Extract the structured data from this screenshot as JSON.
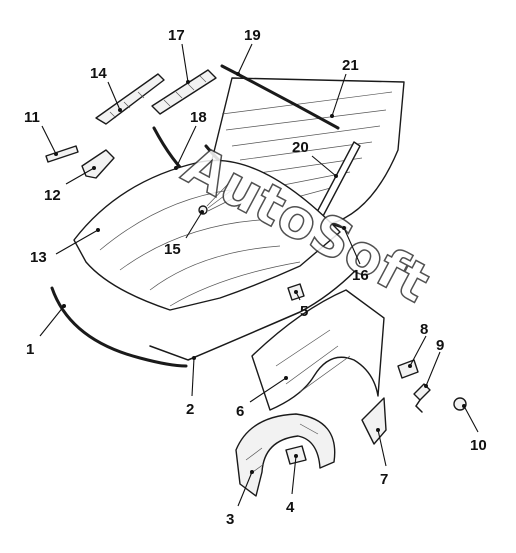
{
  "watermark": "AutoSoft",
  "callouts": [
    "1",
    "2",
    "3",
    "4",
    "5",
    "6",
    "7",
    "8",
    "9",
    "10",
    "11",
    "12",
    "13",
    "14",
    "15",
    "16",
    "17",
    "18",
    "19",
    "20",
    "21"
  ]
}
